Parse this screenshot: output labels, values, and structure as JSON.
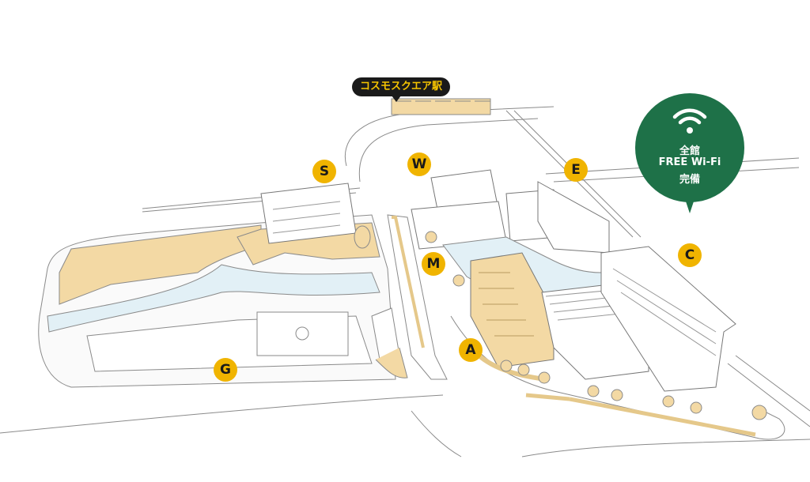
{
  "station": {
    "label": "コスモスクエア駅"
  },
  "wifi": {
    "line1": "全館",
    "line2": "FREE Wi-Fi",
    "line3": "完備",
    "icon": "wifi-icon"
  },
  "markers": [
    {
      "id": "S",
      "label": "S"
    },
    {
      "id": "W",
      "label": "W"
    },
    {
      "id": "E",
      "label": "E"
    },
    {
      "id": "C",
      "label": "C"
    },
    {
      "id": "M",
      "label": "M"
    },
    {
      "id": "A",
      "label": "A"
    },
    {
      "id": "G",
      "label": "G"
    }
  ],
  "colors": {
    "marker": "#f0b400",
    "wifi_badge": "#1e7148",
    "station_badge": "#1a1a1a",
    "station_text": "#f5c400",
    "sand": "#f3d9a4",
    "water": "#e2f0f6",
    "line": "#777777"
  }
}
